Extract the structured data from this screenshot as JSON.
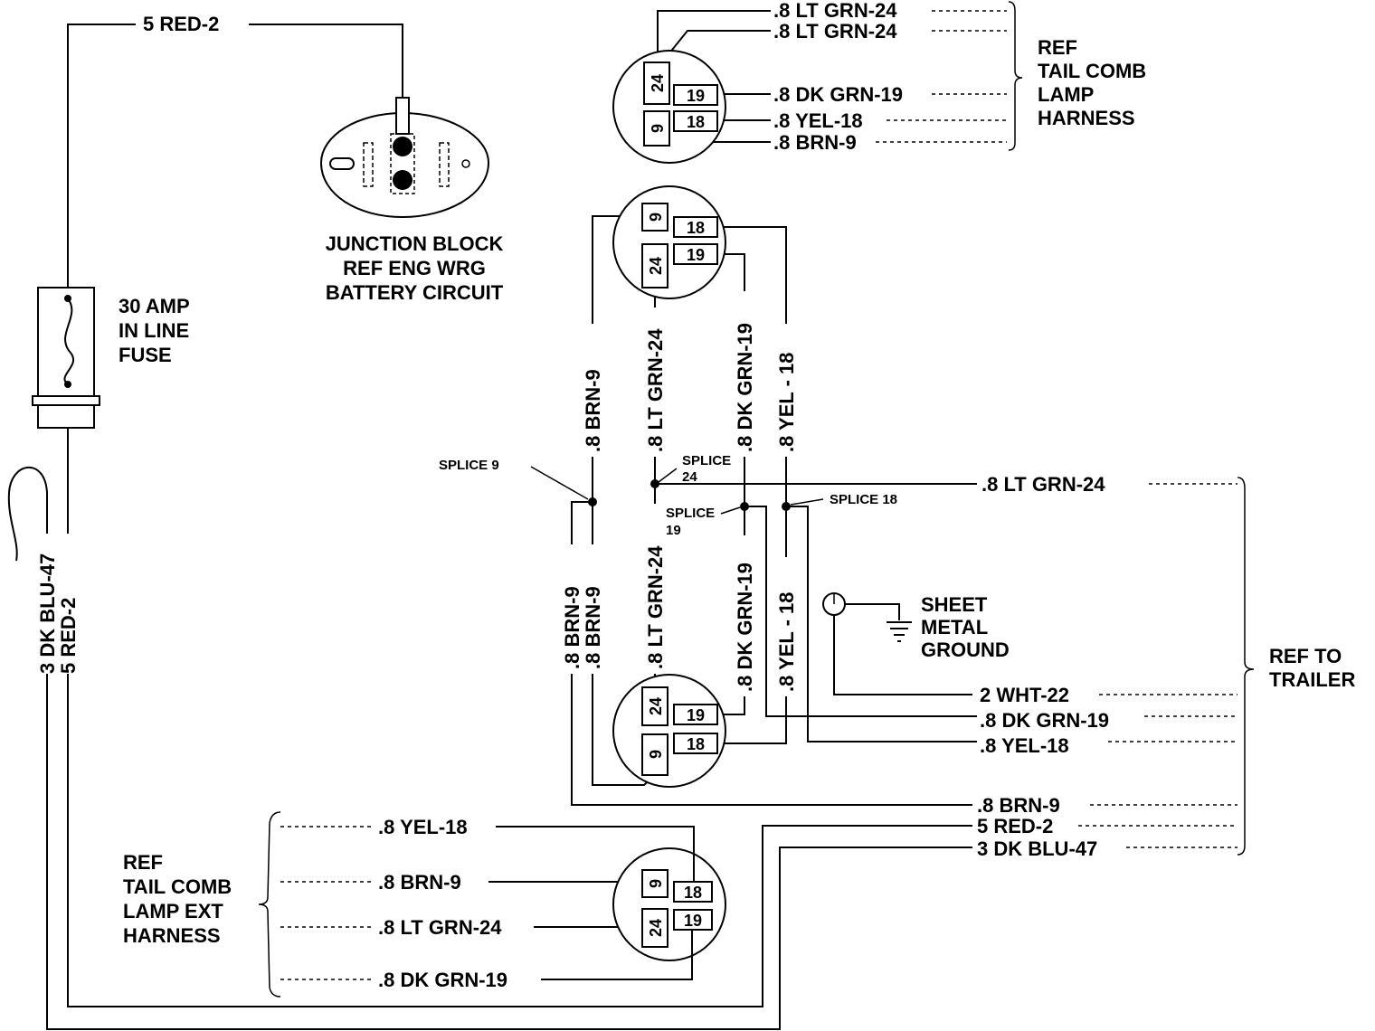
{
  "wire_labels": {
    "red2_top": "5  RED-2",
    "ltgrn24_a": ".8  LT GRN-24",
    "ltgrn24_b": ".8  LT GRN-24",
    "dkgrn19_top": ".8  DK GRN-19",
    "yel18_top": ".8  YEL-18",
    "brn9_top": ".8  BRN-9",
    "v_brn9_upper": ".8  BRN-9",
    "v_ltgrn24_upper": ".8  LT GRN-24",
    "v_dkgrn19_upper": ".8  DK GRN-19",
    "v_yel18_upper": ".8  YEL - 18",
    "v_brn9_lower_a": ".8  BRN-9",
    "v_brn9_lower_b": ".8  BRN-9",
    "v_ltgrn24_lower": ".8  LT GRN-24",
    "v_dkgrn19_lower": ".8  DK GRN-19",
    "v_yel18_lower": ".8  YEL - 18",
    "v_dkblu47": "3  DK BLU-47",
    "v_red2": "5  RED-2",
    "trailer_ltgrn24": ".8  LT  GRN-24",
    "trailer_wht22": "2  WHT-22",
    "trailer_dkgrn19": ".8  DK GRN-19",
    "trailer_yel18": ".8  YEL-18",
    "trailer_brn9": ".8  BRN-9",
    "trailer_red2": "5  RED-2",
    "trailer_dkblu47": "3  DK BLU-47",
    "ext_yel18": ".8  YEL-18",
    "ext_brn9": ".8  BRN-9",
    "ext_ltgrn24": ".8  LT GRN-24",
    "ext_dkgrn19": ".8  DK GRN-19"
  },
  "splices": {
    "s9": "SPLICE  9",
    "s24_a": "SPLICE",
    "s24_b": "24",
    "s19_a": "SPLICE",
    "s19_b": "19",
    "s18": "SPLICE  18"
  },
  "components": {
    "junction_block": [
      "JUNCTION BLOCK",
      "REF ENG WRG",
      "BATTERY CIRCUIT"
    ],
    "fuse": [
      "30 AMP",
      "IN LINE",
      "FUSE"
    ],
    "tail_comb_harness": [
      "REF",
      "TAIL  COMB",
      "LAMP",
      "HARNESS"
    ],
    "ref_to_trailer": [
      "REF TO",
      "TRAILER"
    ],
    "ground": [
      "SHEET",
      "METAL",
      "GROUND"
    ],
    "ext_harness": [
      "REF",
      "TAIL COMB",
      "LAMP EXT",
      "HARNESS"
    ]
  },
  "pins": {
    "p9": "9",
    "p18": "18",
    "p19": "19",
    "p24": "24"
  }
}
